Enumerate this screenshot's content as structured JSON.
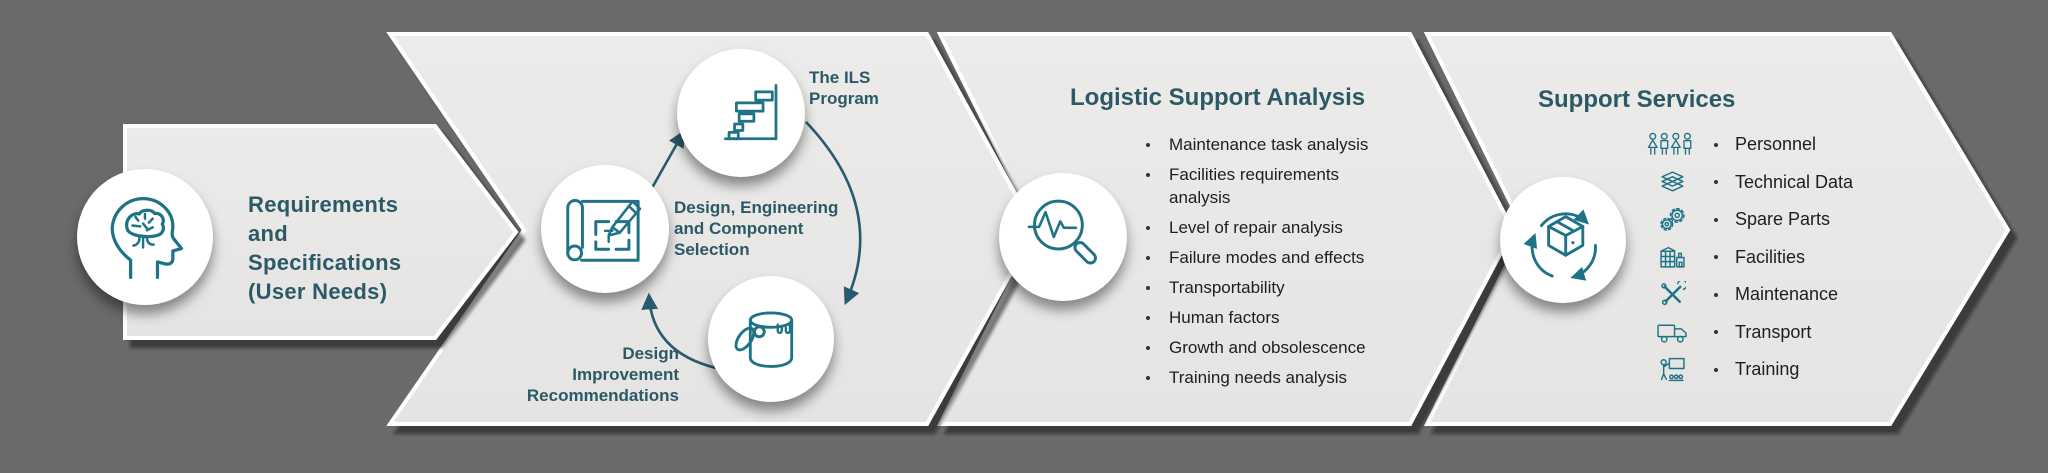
{
  "stage1": {
    "lines": [
      "Requirements",
      "and",
      "Specifications",
      "(User Needs)"
    ]
  },
  "stage2": {
    "title_lines": [
      "The ILS",
      "Program"
    ],
    "design_engineering_lines": [
      "Design, Engineering",
      "and Component",
      "Selection"
    ],
    "design_improvement_lines": [
      "Design",
      "Improvement",
      "Recommendations"
    ]
  },
  "stage3": {
    "heading": "Logistic Support Analysis",
    "items": [
      "Maintenance task analysis",
      "Facilities requirements analysis",
      "Level of repair analysis",
      "Failure modes and effects",
      "Transportability",
      "Human factors",
      "Growth and obsolescence",
      "Training needs analysis"
    ]
  },
  "stage4": {
    "heading": "Support Services",
    "items": [
      {
        "icon": "personnel-icon",
        "label": "Personnel"
      },
      {
        "icon": "technical-data-icon",
        "label": "Technical Data"
      },
      {
        "icon": "spare-parts-icon",
        "label": "Spare Parts"
      },
      {
        "icon": "facilities-icon",
        "label": "Facilities"
      },
      {
        "icon": "maintenance-icon",
        "label": "Maintenance"
      },
      {
        "icon": "transport-icon",
        "label": "Transport"
      },
      {
        "icon": "training-icon",
        "label": "Training"
      }
    ]
  },
  "colors": {
    "background": "#6a6a6a",
    "chevron_fill": "#e8e8e7",
    "chevron_border": "#ffffff",
    "heading_teal": "#2b5a66",
    "icon_teal": "#1f7386",
    "arrow_teal": "#2a5a6e",
    "body_text": "#1e1e1e"
  }
}
